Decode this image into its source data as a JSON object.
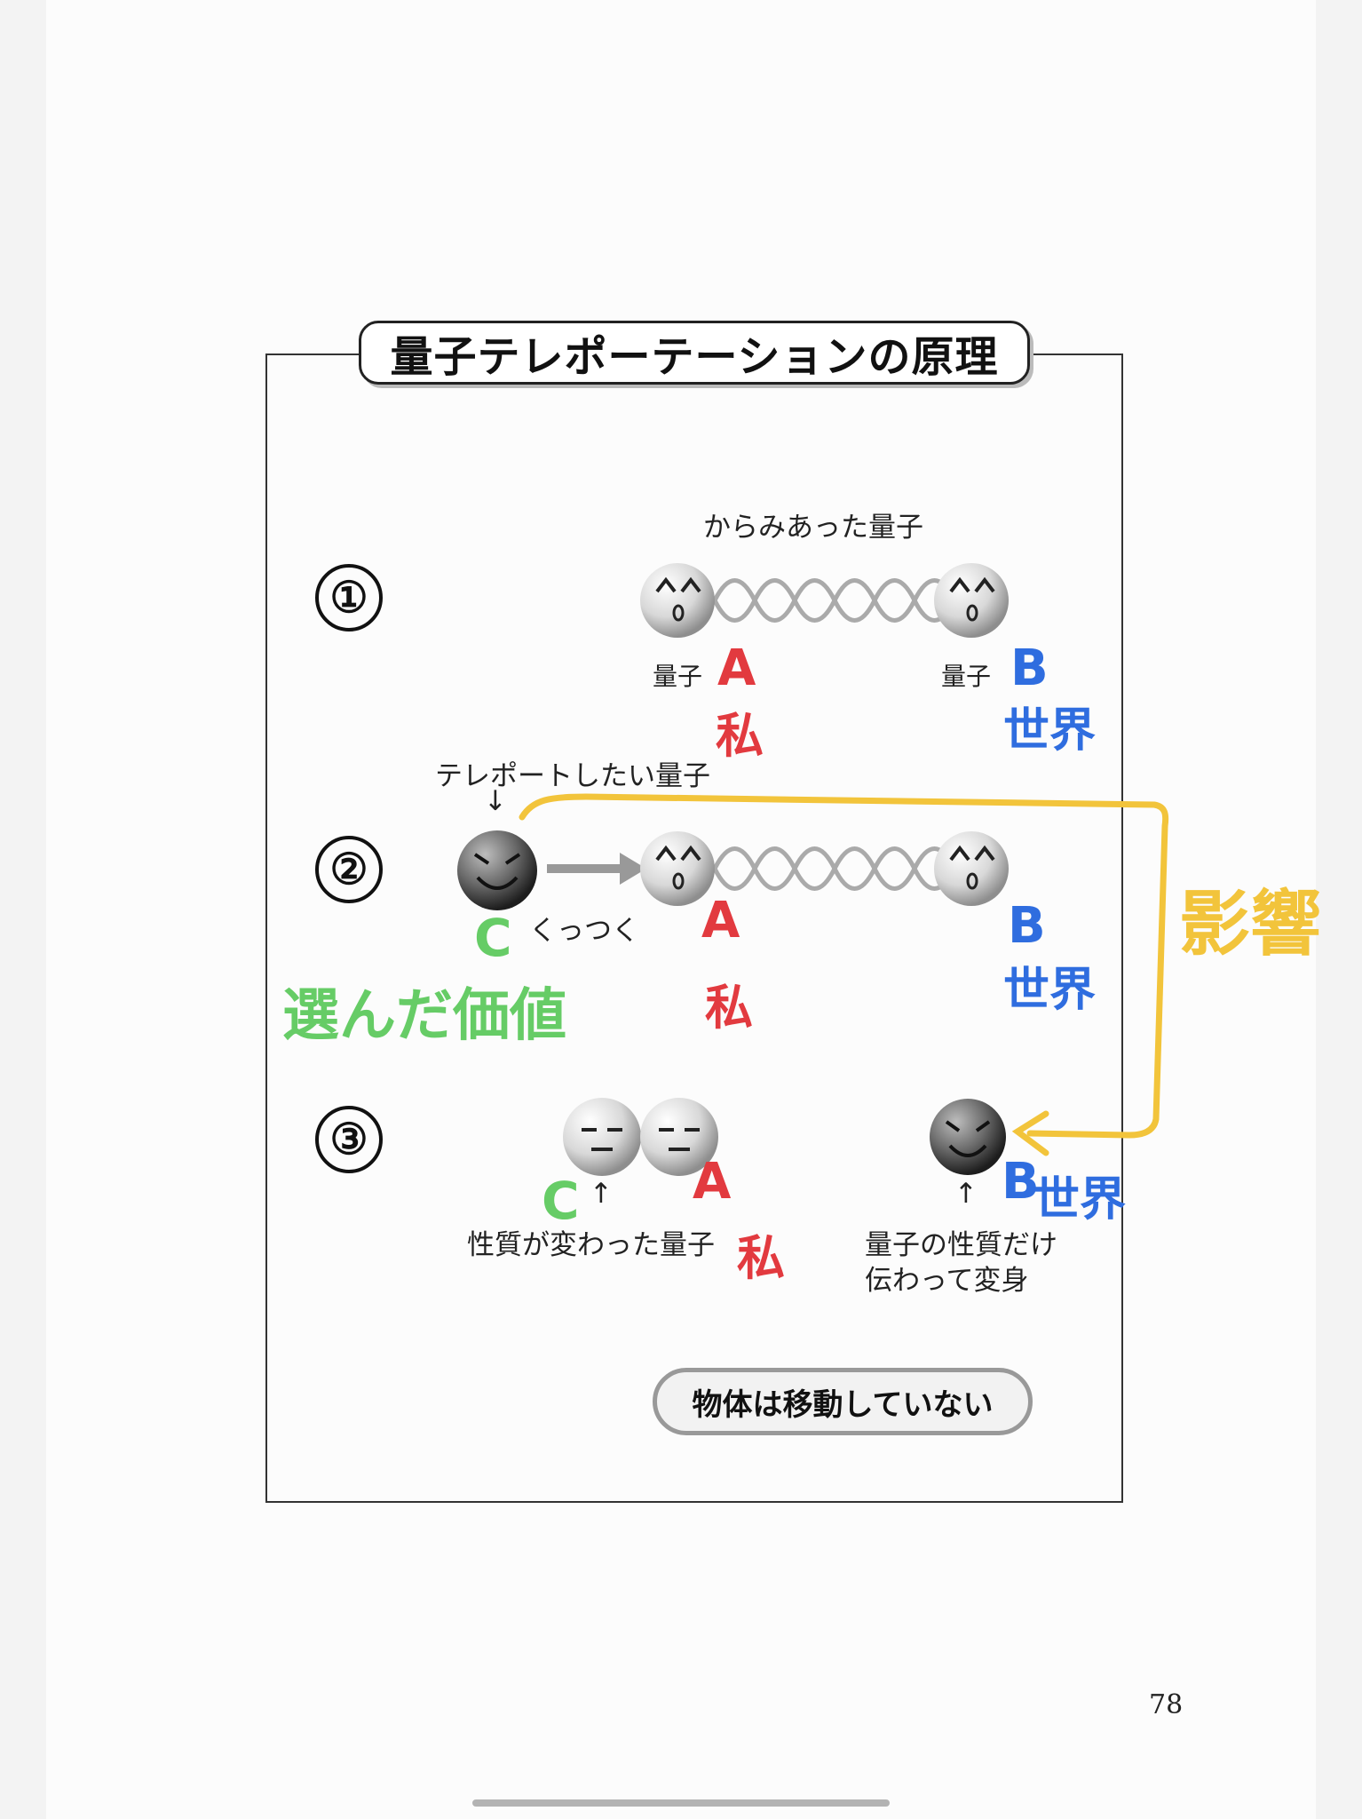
{
  "title": "量子テレポーテーションの原理",
  "steps": {
    "one": "①",
    "two": "②",
    "three": "③"
  },
  "labels": {
    "entangled": "からみあった量子",
    "quantum_a": "量子",
    "quantum_b": "量子",
    "teleport_target": "テレポートしたい量子",
    "down_arrow": "↓",
    "stick_together": "くっつく",
    "up_arrow": "↑",
    "changed_quantum": "性質が変わった量子",
    "transferred_line1": "量子の性質だけ",
    "transferred_line2": "伝わって変身",
    "note": "物体は移動していない"
  },
  "handwriting": {
    "a1": "A",
    "watashi1": "私",
    "b1": "B",
    "sekai1": "世界",
    "c1": "C",
    "a2": "A",
    "watashi2": "私",
    "b2": "B",
    "sekai2": "世界",
    "chosen_value": "選んだ価値",
    "influence": "影響",
    "c2": "C",
    "a3": "A",
    "watashi3": "私",
    "b3": "B",
    "sekai3": "世界"
  },
  "page_number": "78",
  "colors": {
    "red": "#e23a3f",
    "blue": "#2f6ddf",
    "green": "#66cc66",
    "yellow": "#f2c43b"
  }
}
